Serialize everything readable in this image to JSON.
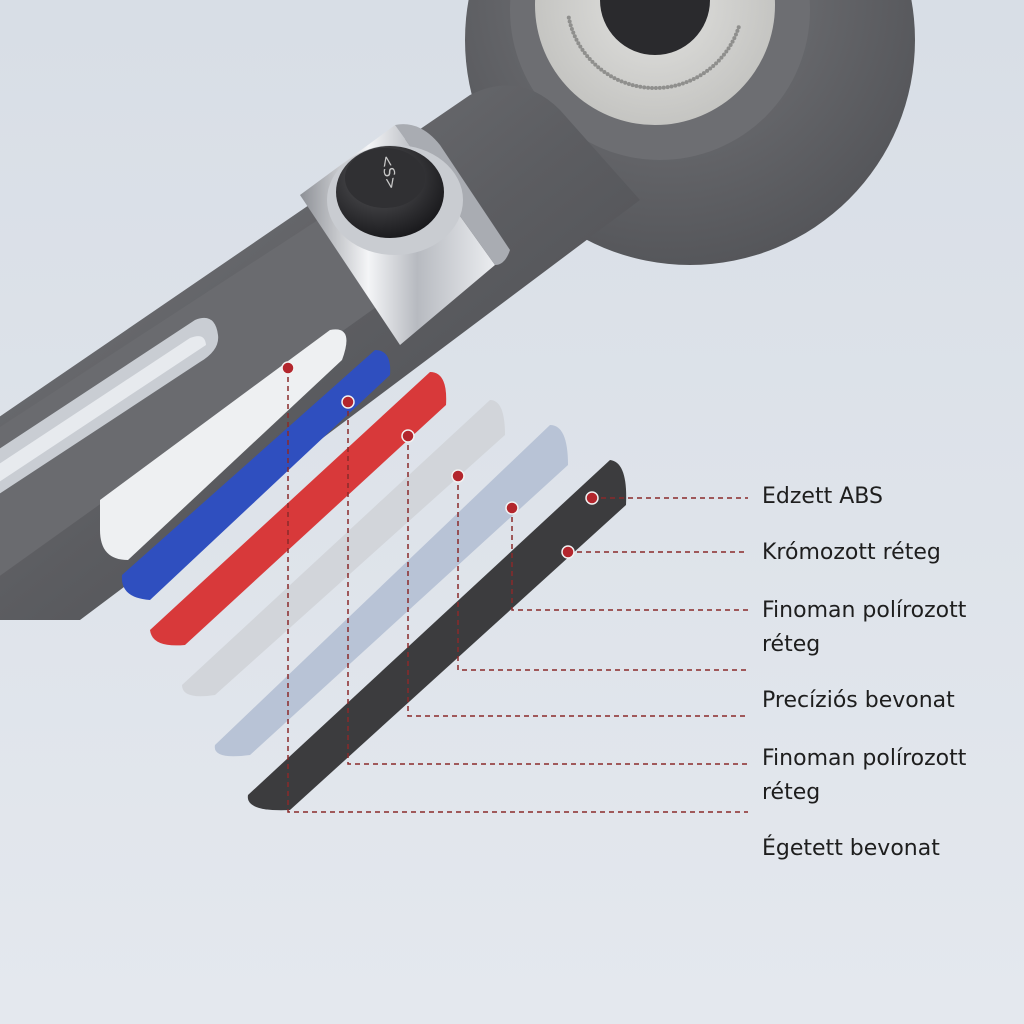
{
  "labels": [
    {
      "text": "Edzett ABS"
    },
    {
      "text": "Krómozott réteg"
    },
    {
      "text": "Finoman polírozott\nréteg"
    },
    {
      "text": "Precíziós bevonat"
    },
    {
      "text": "Finoman polírozott\nréteg"
    },
    {
      "text": "Égetett bevonat"
    }
  ],
  "button": {
    "text": "<S>"
  },
  "colors": {
    "background": "#dde3ea",
    "leader_line": "#8a2a2a",
    "marker": "#b3262d",
    "layer_white": "#eef0f2",
    "layer_blue": "#2f4fbf",
    "layer_red": "#d8393a",
    "layer_silver": "#d2d5da",
    "layer_lightblue": "#b8c3d6",
    "layer_dark": "#3c3c3e"
  },
  "icons": [
    "shower-head",
    "mode-button-icon"
  ]
}
